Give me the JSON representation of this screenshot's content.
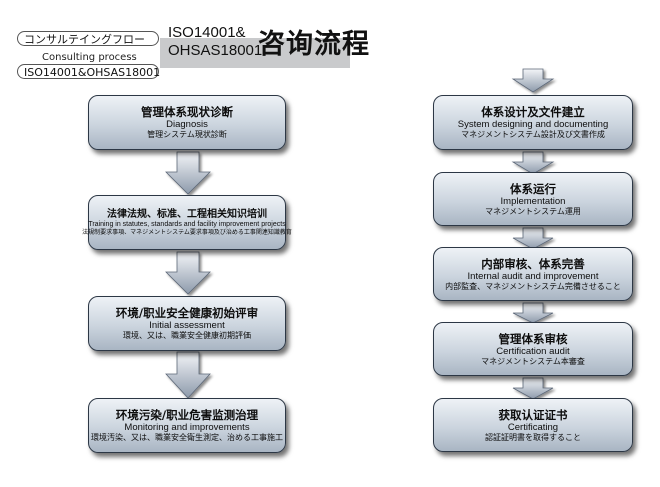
{
  "header": {
    "consult_jp": "コンサルテイングフロー",
    "consult_en": "Consulting process",
    "standard_tag": "ISO14001&OHSAS18001",
    "iso_line1": "ISO14001&",
    "iso_line2": "OHSAS18001",
    "title": "咨询流程"
  },
  "left_steps": [
    {
      "zh": "管理体系现状诊断",
      "en": "Diagnosis",
      "jp": "管理システム現状診断"
    },
    {
      "zh": "法律法规、标准、工程相关知识培训",
      "en": "Training in statutes, standards and facility improvement projects",
      "jp": "法規制要求事項、マネジメントシステム要求事項及び治める工事関連知識教育"
    },
    {
      "zh": "环境/职业安全健康初始评审",
      "en": "Initial assessment",
      "jp": "環境、又は、職業安全健康初期評価"
    },
    {
      "zh": "环境污染/职业危害监测治理",
      "en": "Monitoring and improvements",
      "jp": "環境汚染、又は、職業安全衛生測定、治める工事施工"
    }
  ],
  "right_steps": [
    {
      "zh": "体系设计及文件建立",
      "en": "System designing and documenting",
      "jp": "マネジメントシステム設計及び文書作成"
    },
    {
      "zh": "体系运行",
      "en": "Implementation",
      "jp": "マネジメントシステム運用"
    },
    {
      "zh": "内部审核、体系完善",
      "en": "Internal audit and improvement",
      "jp": "内部監査、マネジメントシステム完備させること"
    },
    {
      "zh": "管理体系审核",
      "en": "Certification audit",
      "jp": "マネジメントシステム本審査"
    },
    {
      "zh": "获取认证证书",
      "en": "Certificating",
      "jp": "認証証明書を取得すること"
    }
  ]
}
